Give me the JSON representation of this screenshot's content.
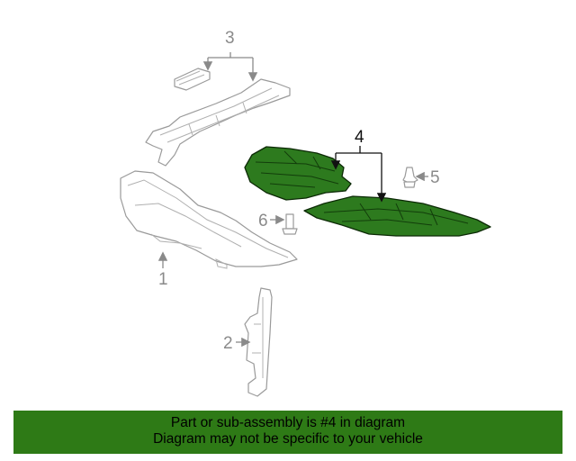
{
  "diagram": {
    "callouts": [
      {
        "id": "1",
        "label": "1"
      },
      {
        "id": "2",
        "label": "2"
      },
      {
        "id": "3",
        "label": "3"
      },
      {
        "id": "4",
        "label": "4"
      },
      {
        "id": "5",
        "label": "5"
      },
      {
        "id": "6",
        "label": "6"
      }
    ],
    "highlight_color": "#2d7a1e"
  },
  "footer": {
    "line1": "Part or sub-assembly is #4 in diagram",
    "line2": "Diagram may not be specific to your vehicle",
    "background": "#2e7a16"
  }
}
